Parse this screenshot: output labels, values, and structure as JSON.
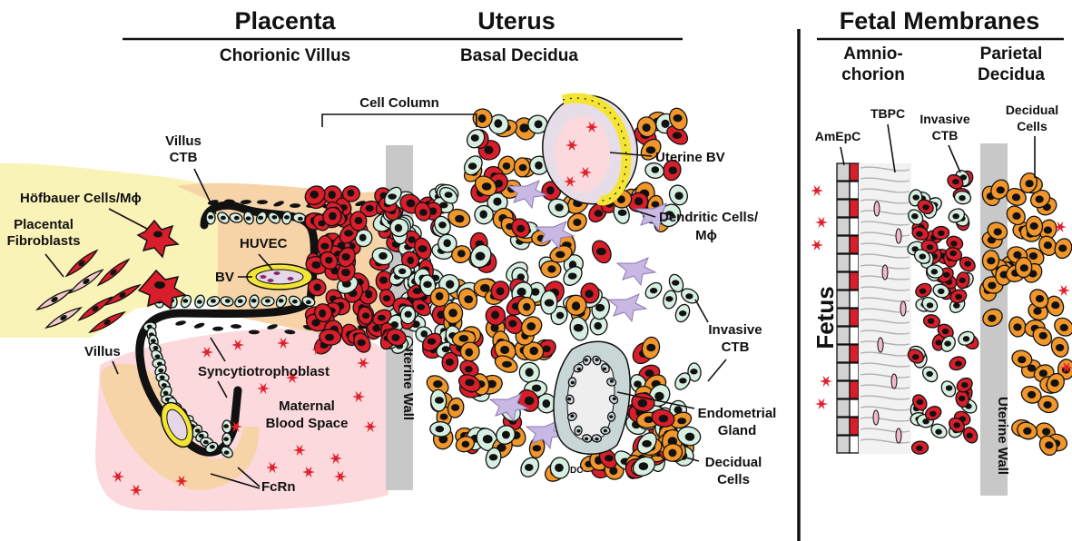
{
  "headings": {
    "placenta": "Placenta",
    "uterus": "Uterus",
    "fetal_membranes": "Fetal Membranes",
    "chorionic_villus": "Chorionic Villus",
    "basal_decidua": "Basal Decidua",
    "amniochorion_line1": "Amnio-",
    "amniochorion_line2": "chorion",
    "parietal_line1": "Parietal",
    "parietal_line2": "Decidua"
  },
  "labels": {
    "cell_column": "Cell Column",
    "villus_ctb_line1": "Villus",
    "villus_ctb_line2": "CTB",
    "hofbauer": "Höfbauer Cells/Mϕ",
    "placental_fibroblasts_line1": "Placental",
    "placental_fibroblasts_line2": "Fibroblasts",
    "huvec": "HUVEC",
    "bv": "BV",
    "villus": "Villus",
    "syncytiotrophoblast": "Syncytiotrophoblast",
    "maternal_blood_space_line1": "Maternal",
    "maternal_blood_space_line2": "Blood Space",
    "fcrn": "FcRn",
    "uterine_wall": "Uterine Wall",
    "uterine_bv": "Uterine BV",
    "dendritic_line1": "Dendritic Cells/",
    "dendritic_line2": "Mϕ",
    "invasive_ctb_line1": "Invasive",
    "invasive_ctb_line2": "CTB",
    "endometrial_line1": "Endometrial",
    "endometrial_line2": "Gland",
    "dc": "DC",
    "decidual_cells_line1": "Decidual",
    "decidual_cells_line2": "Cells",
    "amepc": "AmEpC",
    "tbpc": "TBPC",
    "right_invasive_line1": "Invasive",
    "right_invasive_line2": "CTB",
    "right_decidual_line1": "Decidual",
    "right_decidual_line2": "Cells",
    "fetus": "Fetus",
    "right_uterine_wall": "Uterine Wall"
  },
  "colors": {
    "ctb_red": "#d81e2a",
    "ctb_pale": "#d6efe0",
    "decidual_orange": "#f0962a",
    "syncytio_black": "#111111",
    "villus_peach": "#f7d3a8",
    "stroma_yellow": "#faf3b8",
    "maternal_pink": "#fbd9dc",
    "uterine_wall_gray": "#c8c8c8",
    "dendritic_lavender": "#c9b8e4",
    "amnion_gray": "#d2d2d2",
    "vessel_yellow": "#f4e534"
  }
}
